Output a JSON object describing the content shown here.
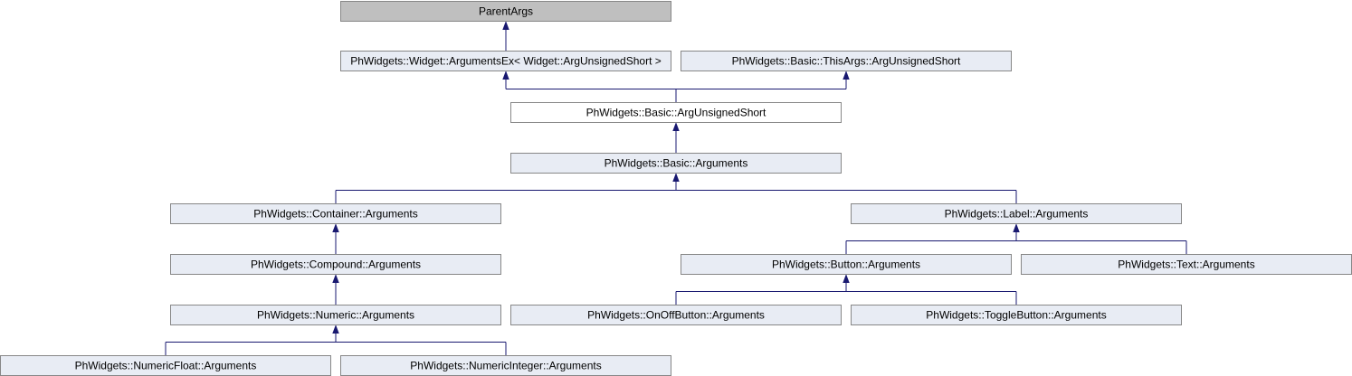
{
  "colors": {
    "node_fill": "#e8ecf4",
    "highlight_fill": "#ffffff",
    "parent_fill": "#bfbfbf",
    "border": "#878787",
    "edge": "#191970"
  },
  "nodes": [
    {
      "id": "parentargs",
      "label": "ParentArgs",
      "style": "parent"
    },
    {
      "id": "argumentsex",
      "label": "PhWidgets::Widget::ArgumentsEx< Widget::ArgUnsignedShort >",
      "style": "normal"
    },
    {
      "id": "thisargs",
      "label": "PhWidgets::Basic::ThisArgs::ArgUnsignedShort",
      "style": "normal"
    },
    {
      "id": "argunsignedshort",
      "label": "PhWidgets::Basic::ArgUnsignedShort",
      "style": "highlight"
    },
    {
      "id": "basic-arguments",
      "label": "PhWidgets::Basic::Arguments",
      "style": "normal"
    },
    {
      "id": "container-arguments",
      "label": "PhWidgets::Container::Arguments",
      "style": "normal"
    },
    {
      "id": "label-arguments",
      "label": "PhWidgets::Label::Arguments",
      "style": "normal"
    },
    {
      "id": "compound-arguments",
      "label": "PhWidgets::Compound::Arguments",
      "style": "normal"
    },
    {
      "id": "button-arguments",
      "label": "PhWidgets::Button::Arguments",
      "style": "normal"
    },
    {
      "id": "text-arguments",
      "label": "PhWidgets::Text::Arguments",
      "style": "normal"
    },
    {
      "id": "numeric-arguments",
      "label": "PhWidgets::Numeric::Arguments",
      "style": "normal"
    },
    {
      "id": "onoffbutton-arguments",
      "label": "PhWidgets::OnOffButton::Arguments",
      "style": "normal"
    },
    {
      "id": "togglebutton-arguments",
      "label": "PhWidgets::ToggleButton::Arguments",
      "style": "normal"
    },
    {
      "id": "numericfloat-arguments",
      "label": "PhWidgets::NumericFloat::Arguments",
      "style": "normal"
    },
    {
      "id": "numericinteger-arguments",
      "label": "PhWidgets::NumericInteger::Arguments",
      "style": "normal"
    }
  ],
  "edges": [
    {
      "from": "argumentsex",
      "to": "parentargs"
    },
    {
      "from": "argunsignedshort",
      "to": "argumentsex"
    },
    {
      "from": "argunsignedshort",
      "to": "thisargs"
    },
    {
      "from": "basic-arguments",
      "to": "argunsignedshort"
    },
    {
      "from": "container-arguments",
      "to": "basic-arguments"
    },
    {
      "from": "label-arguments",
      "to": "basic-arguments"
    },
    {
      "from": "compound-arguments",
      "to": "container-arguments"
    },
    {
      "from": "button-arguments",
      "to": "label-arguments"
    },
    {
      "from": "text-arguments",
      "to": "label-arguments"
    },
    {
      "from": "numeric-arguments",
      "to": "compound-arguments"
    },
    {
      "from": "onoffbutton-arguments",
      "to": "button-arguments"
    },
    {
      "from": "togglebutton-arguments",
      "to": "button-arguments"
    },
    {
      "from": "numericfloat-arguments",
      "to": "numeric-arguments"
    },
    {
      "from": "numericinteger-arguments",
      "to": "numeric-arguments"
    }
  ]
}
